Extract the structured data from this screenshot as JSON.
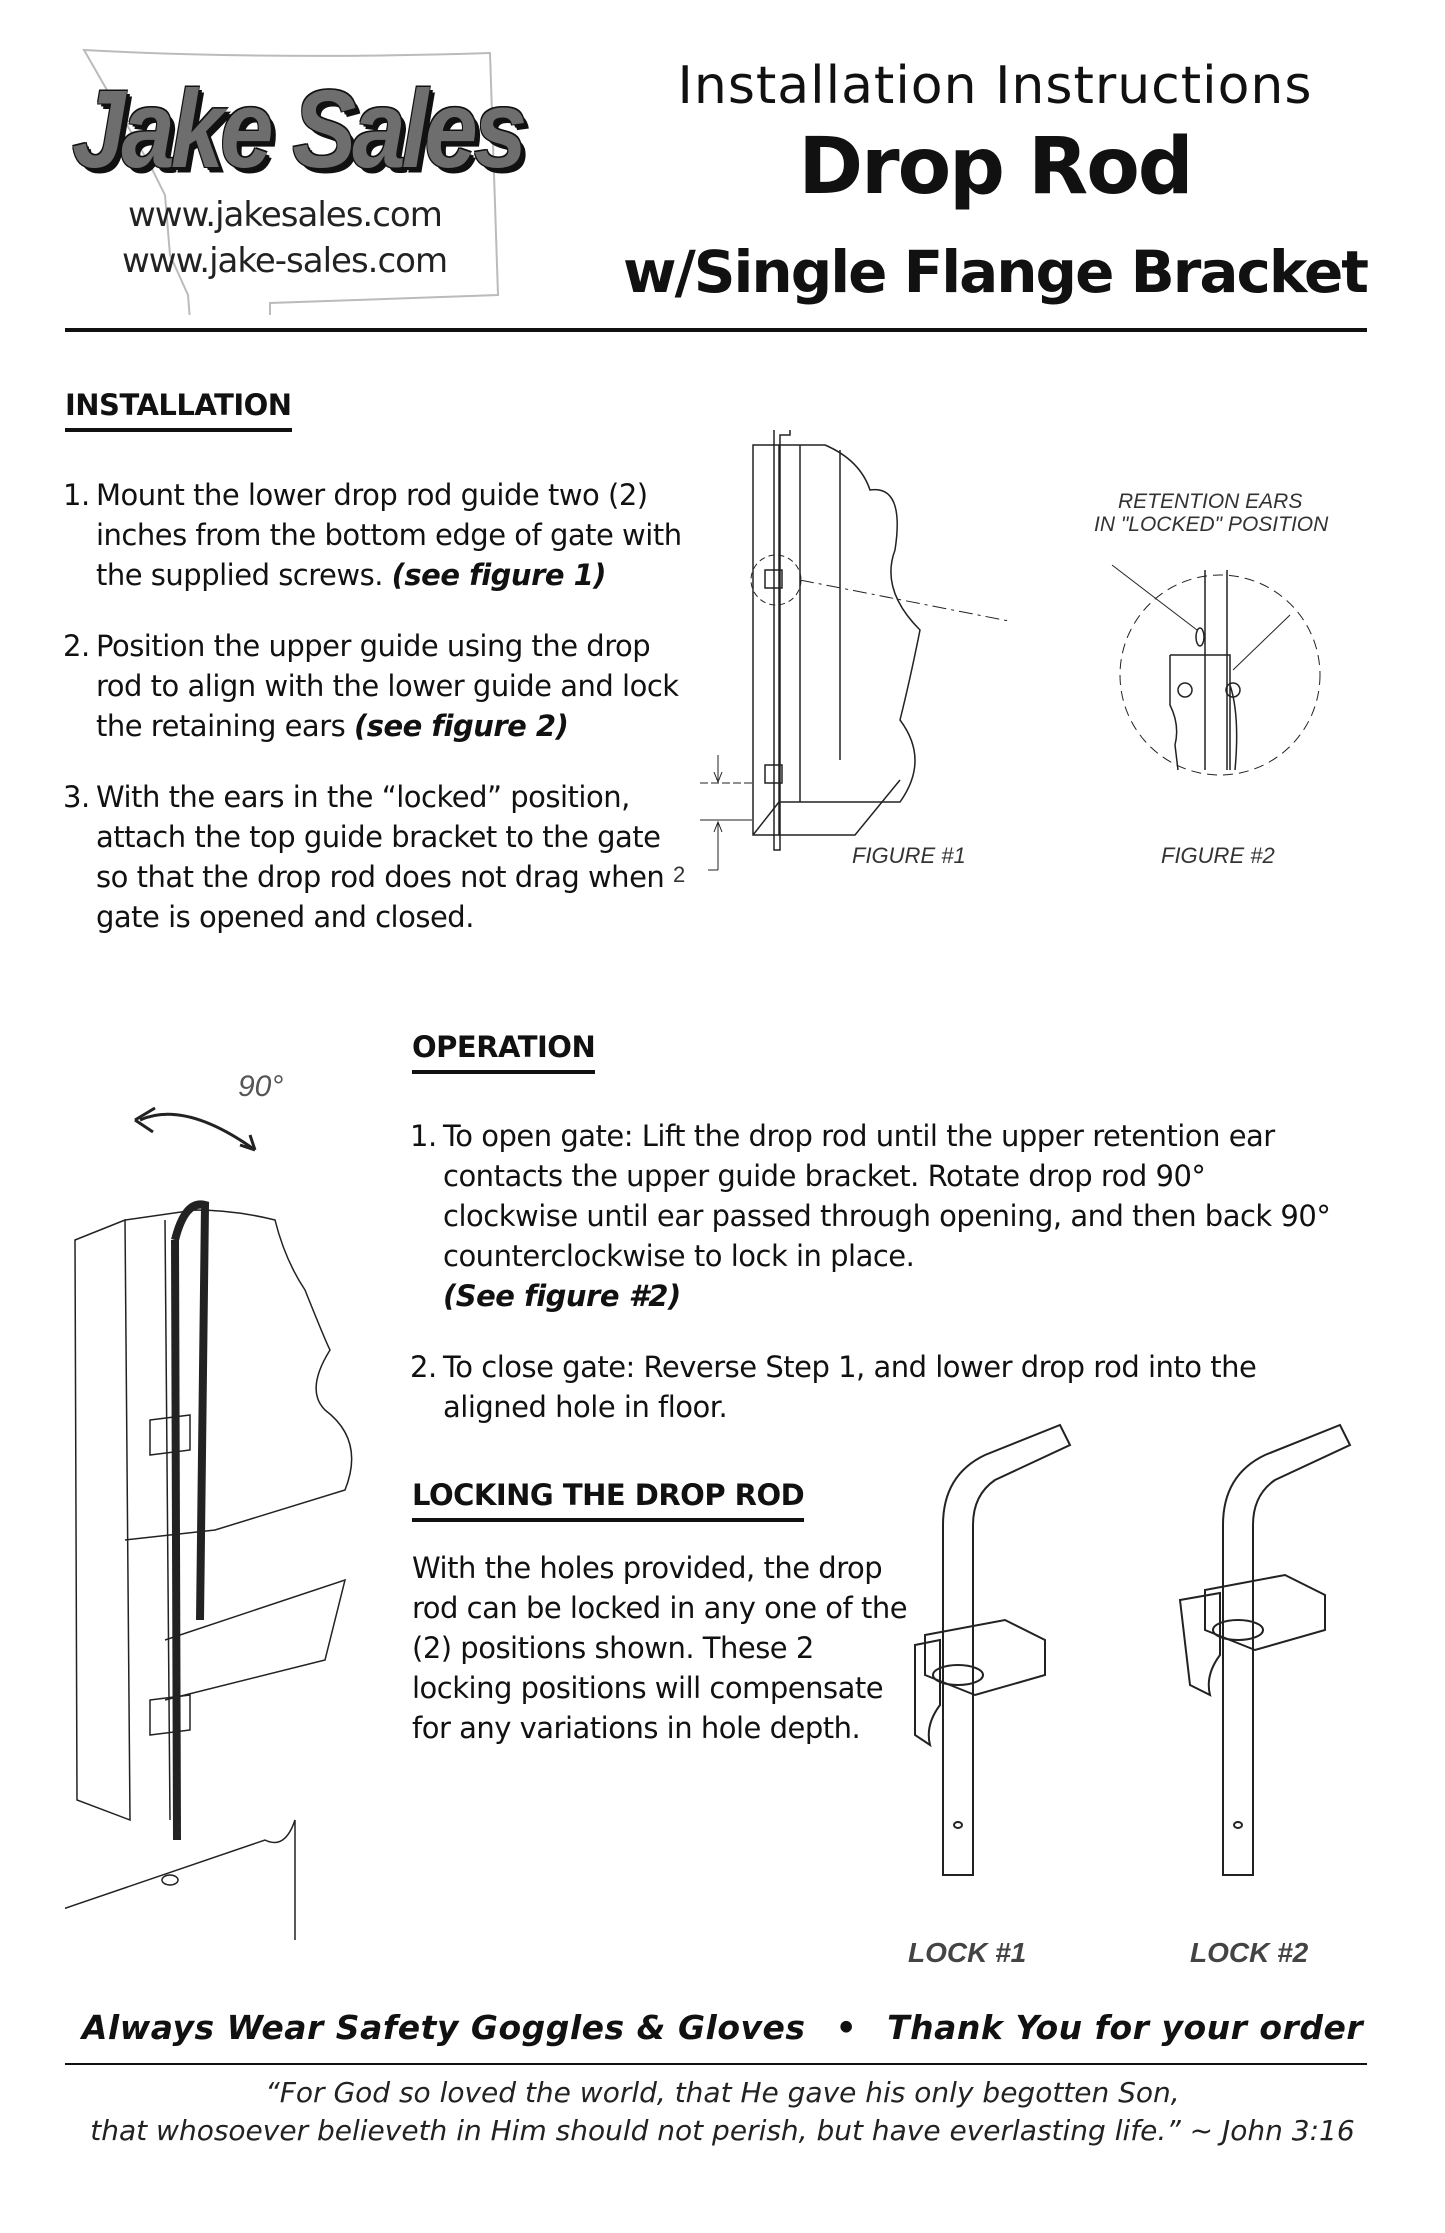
{
  "logo": {
    "brand": "Jake Sales",
    "urls": [
      "www.jakesales.com",
      "www.jake-sales.com"
    ]
  },
  "header": {
    "subtitle": "Installation Instructions",
    "title": "Drop Rod",
    "subtitle2": "w/Single Flange Bracket"
  },
  "installation": {
    "heading": "INSTALLATION",
    "steps": [
      {
        "num": "1.",
        "text": "Mount the lower drop rod guide two (2) inches from the bottom edge of gate with the supplied screws. ",
        "ref": "(see figure 1)"
      },
      {
        "num": "2.",
        "text": "Position the upper guide using the drop rod to align with the lower guide and lock the retaining ears ",
        "ref": "(see figure 2)"
      },
      {
        "num": "3.",
        "text": "With the ears in the “locked” position, attach the top guide bracket to the gate so that the drop rod does not drag when gate is opened and closed.",
        "ref": ""
      }
    ]
  },
  "figures": {
    "fig1_label": "FIGURE #1",
    "fig2_label": "FIGURE #2",
    "dimension": "2",
    "callout_line1": "RETENTION EARS",
    "callout_line2": "IN \"LOCKED\" POSITION",
    "rotation": "90°"
  },
  "operation": {
    "heading": "OPERATION",
    "steps": [
      {
        "num": "1.",
        "text": "To open gate:  Lift the drop rod until the upper retention ear contacts the upper guide bracket. Rotate drop rod 90° clockwise until ear passed through opening, and then back 90° counterclockwise to lock in place.",
        "ref": "(See figure #2)"
      },
      {
        "num": "2.",
        "text": "To close gate: Reverse Step 1, and lower drop rod into the aligned hole in floor.",
        "ref": ""
      }
    ]
  },
  "locking": {
    "heading": "LOCKING THE DROP ROD",
    "text": "With the holes provided, the drop rod can be locked in any one of the (2) positions shown. These 2 locking positions will compensate for any variations in hole depth.",
    "lock1_label": "LOCK #1",
    "lock2_label": "LOCK #2"
  },
  "footer": {
    "safety": "Always Wear Safety Goggles & Gloves",
    "separator": "•",
    "thanks": "Thank You for your order",
    "quote_line1": "“For God so loved the world, that He gave his only begotten Son,",
    "quote_line2": "that whosoever believeth in Him should not perish, but have everlasting life.” ~ John 3:16"
  }
}
